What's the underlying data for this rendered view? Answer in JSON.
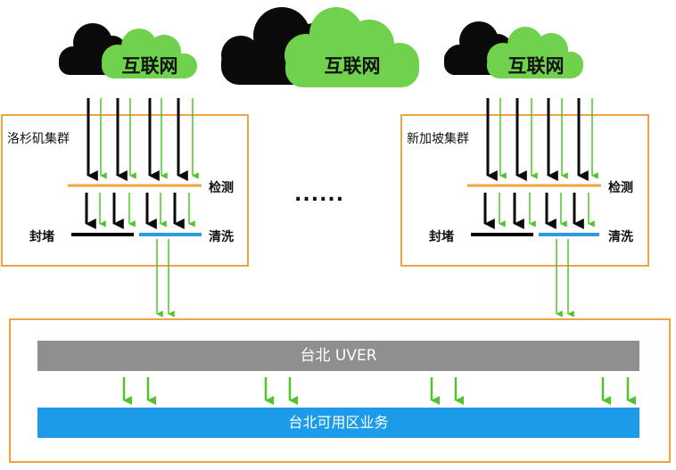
{
  "colors": {
    "cloud_green": "#6fd14c",
    "cloud_black": "#0a0a0a",
    "arrow_green": "#4fc42b",
    "frame_orange": "#f1a340",
    "detect_line": "#f1a340",
    "block_line": "#000000",
    "clean_line": "#2c9be3",
    "uver_bar": "#8f8f8f",
    "service_bar": "#1c9be8"
  },
  "clouds": {
    "left": "互联网",
    "center": "互联网",
    "right": "互联网"
  },
  "clusters": {
    "la": {
      "name": "洛杉矶集群",
      "detect": "检测",
      "block": "封堵",
      "clean": "清洗"
    },
    "sg": {
      "name": "新加坡集群",
      "detect": "检测",
      "block": "封堵",
      "clean": "清洗"
    }
  },
  "ellipsis": "......",
  "taipei": {
    "uver": "台北 UVER",
    "service": "台北可用区业务"
  }
}
